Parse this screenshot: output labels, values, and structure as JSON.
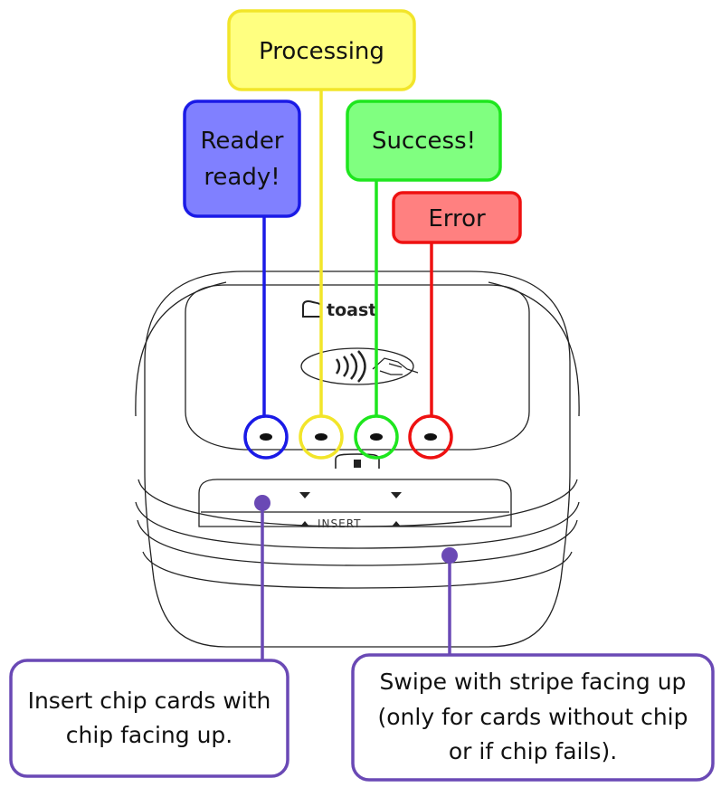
{
  "callouts": {
    "processing": {
      "label": "Processing",
      "fill": "#ffff80",
      "stroke": "#f2e52a"
    },
    "reader_ready": {
      "line1": "Reader",
      "line2": "ready!",
      "fill": "#8080ff",
      "stroke": "#1a1ae6"
    },
    "success": {
      "label": "Success!",
      "fill": "#80ff80",
      "stroke": "#1ee61e"
    },
    "error": {
      "label": "Error",
      "fill": "#ff8080",
      "stroke": "#ee1111"
    },
    "insert_chip": {
      "line1": "Insert chip cards with",
      "line2": "chip facing up."
    },
    "swipe": {
      "line1": "Swipe with stripe facing up",
      "line2": "(only for cards without chip",
      "line3": "or if chip fails)."
    }
  },
  "device": {
    "brand": "toast",
    "slot_label": "INSERT",
    "accent_purple": "#6a49b5"
  }
}
